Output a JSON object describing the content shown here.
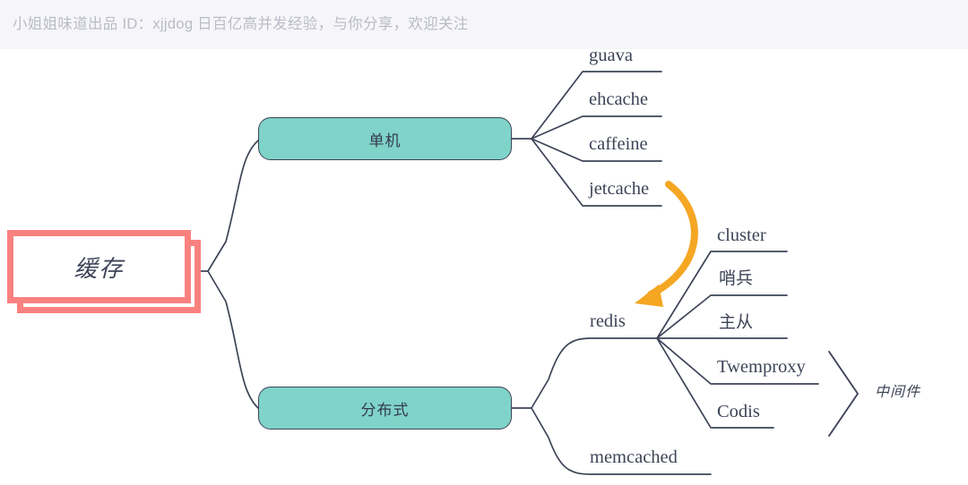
{
  "header": {
    "watermark": "小姐姐味道出品 ID：xjjdog  日百亿高并发经验，与你分享，欢迎关注",
    "background": "#f6f6fa",
    "text_color": "#b9bcc6"
  },
  "colors": {
    "root_border": "#f98280",
    "root_fill": "#ffffff",
    "branch_fill": "#7fd3c8",
    "branch_border": "#3d4457",
    "line": "#3d4457",
    "arrow": "#f5a623",
    "text": "#3d4457",
    "canvas": "#ffffff"
  },
  "mindmap": {
    "root": {
      "label": "缓存",
      "style": "double-outline-rect"
    },
    "branches": [
      {
        "label": "单机",
        "style": "teal-rounded",
        "children": [
          {
            "label": "guava"
          },
          {
            "label": "ehcache"
          },
          {
            "label": "caffeine"
          },
          {
            "label": "jetcache"
          }
        ]
      },
      {
        "label": "分布式",
        "style": "teal-rounded",
        "children": [
          {
            "label": "redis",
            "children": [
              {
                "label": "cluster"
              },
              {
                "label": "哨兵"
              },
              {
                "label": "主从"
              },
              {
                "label": "Twemproxy",
                "grouped": true
              },
              {
                "label": "Codis",
                "grouped": true
              }
            ]
          },
          {
            "label": "memcached"
          }
        ]
      }
    ],
    "group_bracket": {
      "label": "中间件",
      "covers": [
        "Twemproxy",
        "Codis"
      ],
      "shape": "chevron"
    },
    "annotation_arrow": {
      "from": "jetcache",
      "to": "redis",
      "color": "#f5a623",
      "style": "curved-arrow"
    }
  }
}
